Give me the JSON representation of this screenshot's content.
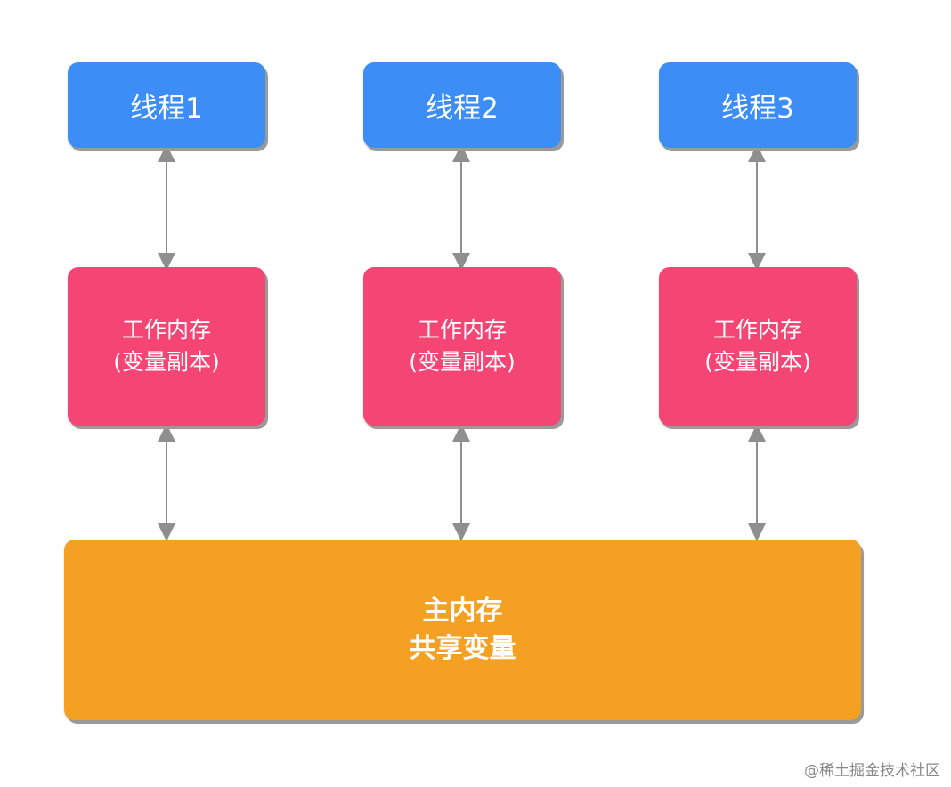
{
  "threads": [
    {
      "label": "线程1"
    },
    {
      "label": "线程2"
    },
    {
      "label": "线程3"
    }
  ],
  "working_memory": [
    {
      "line1": "工作内存",
      "line2": "(变量副本)"
    },
    {
      "line1": "工作内存",
      "line2": "(变量副本)"
    },
    {
      "line1": "工作内存",
      "line2": "(变量副本)"
    }
  ],
  "main_memory": {
    "line1": "主内存",
    "line2": "共享变量"
  },
  "watermark": "@稀土掘金技术社区",
  "colors": {
    "thread": "#3c8df6",
    "working_memory": "#f54574",
    "main_memory": "#f4a123",
    "arrow": "#8f8f8f"
  }
}
